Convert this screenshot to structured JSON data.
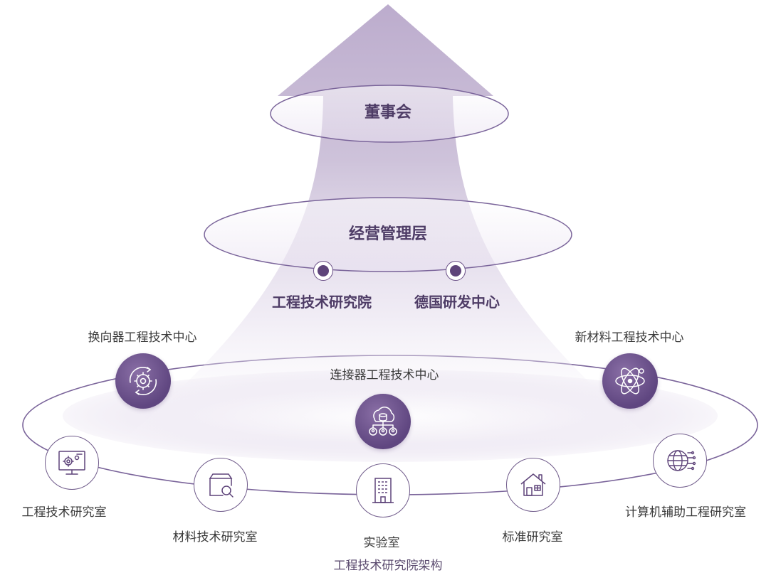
{
  "levels": {
    "board": "董事会",
    "management": "经营管理层"
  },
  "institutes": {
    "left": "工程技术研究院",
    "right": "德国研发中心"
  },
  "centers": {
    "commutator": "换向器工程技术中心",
    "connector": "连接器工程技术中心",
    "new_materials": "新材料工程技术中心"
  },
  "labs": {
    "engineering": "工程技术研究室",
    "materials": "材料技术研究室",
    "laboratory": "实验室",
    "standards": "标准研究室",
    "cae": "计算机辅助工程研究室"
  },
  "caption": "工程技术研究院架构",
  "colors": {
    "accent": "#6a4f86",
    "arrow_top": "#c1b1d2",
    "text_dark": "#4e3c66"
  }
}
